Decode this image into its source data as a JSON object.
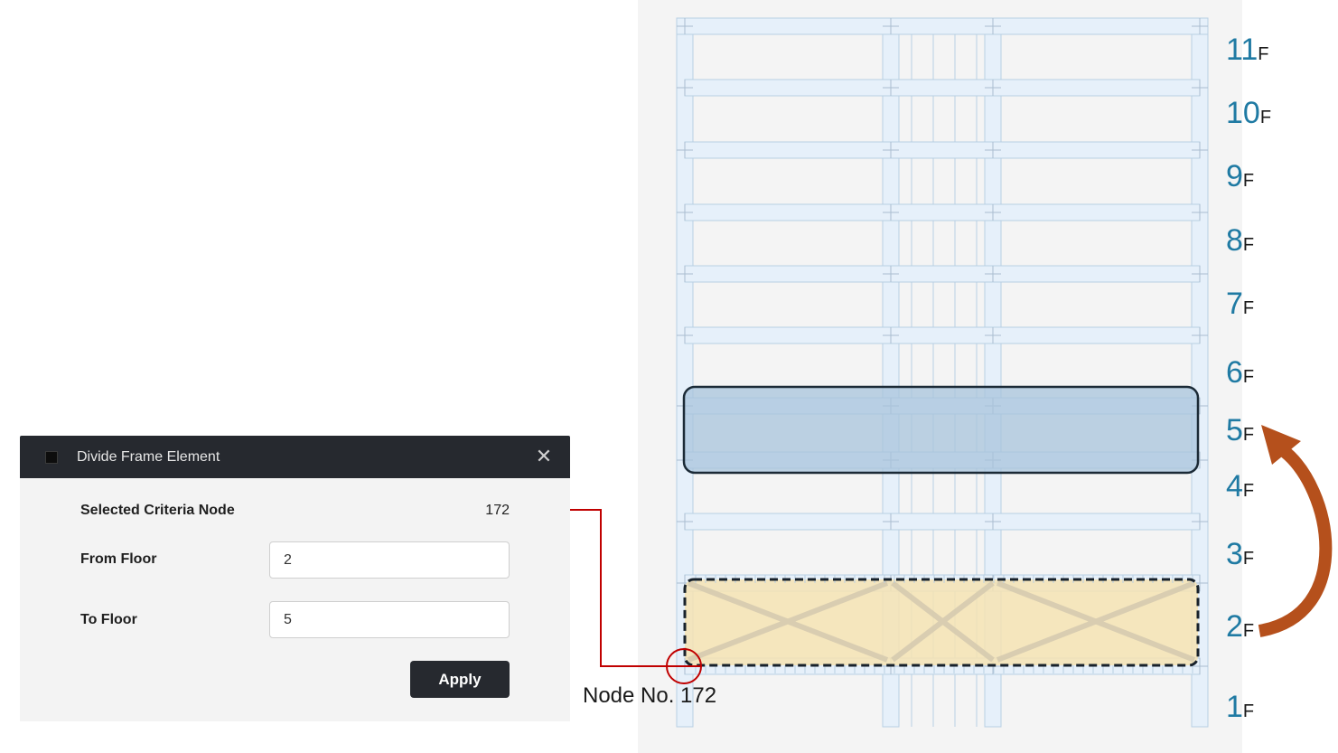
{
  "dialog": {
    "title": "Divide Frame Element",
    "close_glyph": "✕",
    "app_icon": "app-icon",
    "fields": {
      "criteria_label": "Selected Criteria Node",
      "criteria_value": "172",
      "from_label": "From Floor",
      "from_value": "2",
      "to_label": "To Floor",
      "to_value": "5"
    },
    "apply_label": "Apply"
  },
  "annotation": {
    "node_label": "Node No. 172",
    "arrow_color": "#c00000",
    "move_arrow_color": "#b5501c"
  },
  "highlight": {
    "target_fill": "#a8c4dc",
    "target_stroke": "#1b2a36",
    "source_fill": "#f5e3b3"
  },
  "floors": [
    {
      "num": "11",
      "suffix": "F"
    },
    {
      "num": "10",
      "suffix": "F"
    },
    {
      "num": "9",
      "suffix": "F"
    },
    {
      "num": "8",
      "suffix": "F"
    },
    {
      "num": "7",
      "suffix": "F"
    },
    {
      "num": "6",
      "suffix": "F"
    },
    {
      "num": "5",
      "suffix": "F"
    },
    {
      "num": "4",
      "suffix": "F"
    },
    {
      "num": "3",
      "suffix": "F"
    },
    {
      "num": "2",
      "suffix": "F"
    },
    {
      "num": "1",
      "suffix": "F"
    }
  ]
}
